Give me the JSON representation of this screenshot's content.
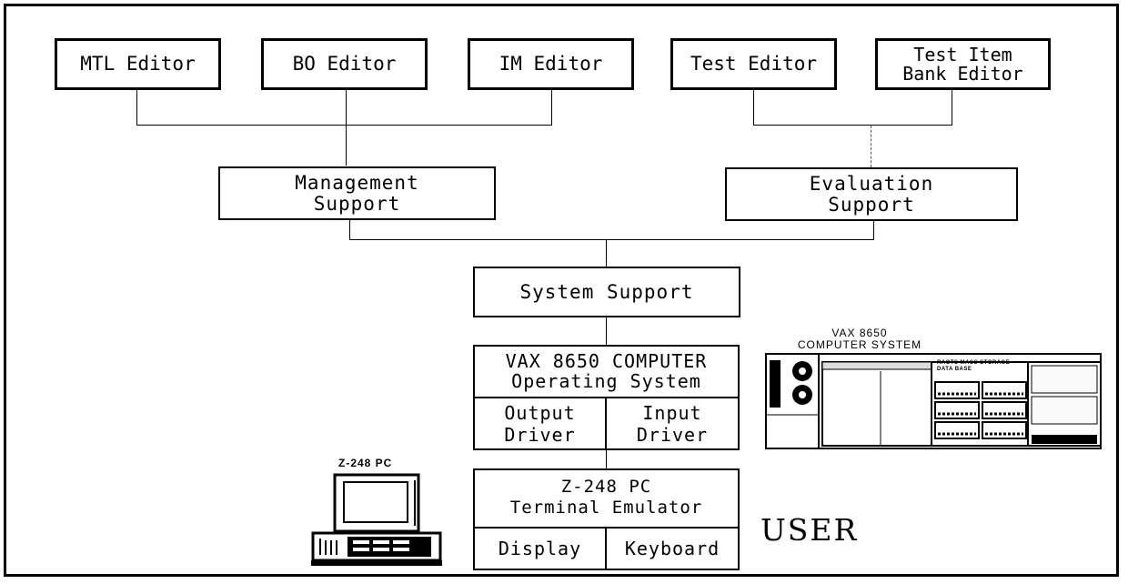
{
  "editors": {
    "mtl": "MTL Editor",
    "bo": "BO Editor",
    "im": "IM Editor",
    "test": "Test Editor",
    "item_bank": "Test Item\nBank Editor"
  },
  "support": {
    "management": "Management\nSupport",
    "evaluation": "Evaluation\nSupport",
    "system": "System Support"
  },
  "vax_box": {
    "title": "VAX 8650 COMPUTER\nOperating System",
    "output_driver": "Output\nDriver",
    "input_driver": "Input\nDriver"
  },
  "pc_box": {
    "title": "Z-248 PC\nTerminal Emulator",
    "display": "Display",
    "keyboard": "Keyboard"
  },
  "user_label": "USER",
  "vax_illustration": {
    "caption": "VAX 8650\nCOMPUTER SYSTEM",
    "storage_label": "RAOTS MASS STORAGE\nDATA BASE"
  },
  "pc_illustration": {
    "caption": "Z-248 PC"
  }
}
